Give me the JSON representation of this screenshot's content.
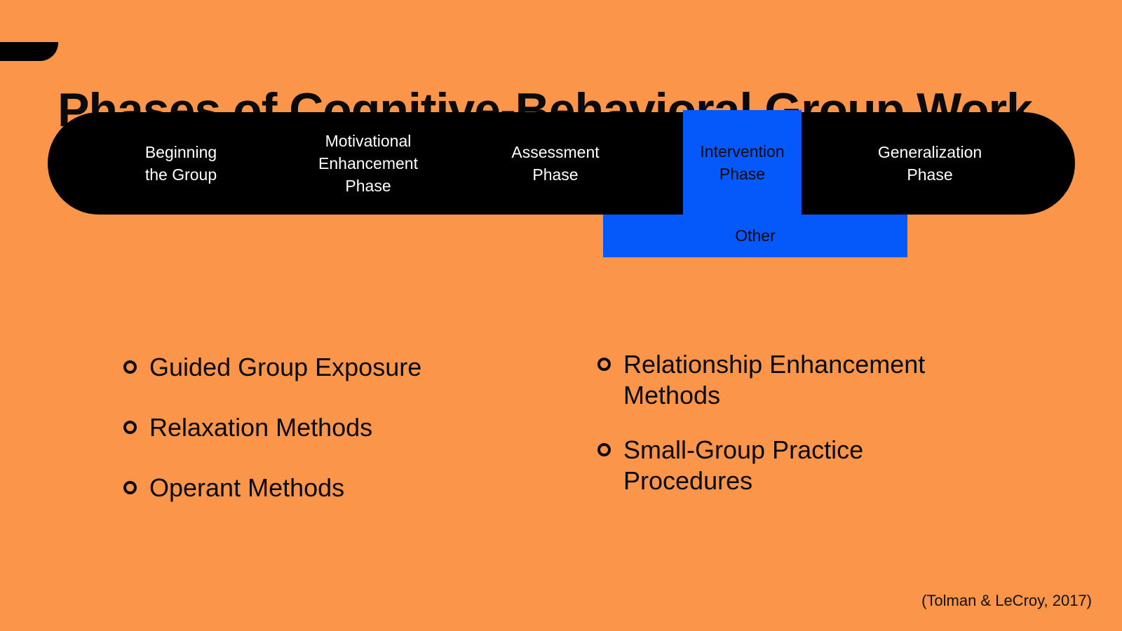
{
  "title": "Phases of Cognitive-Behavioral Group Work",
  "phases": [
    {
      "label": "Beginning\nthe Group",
      "highlighted": false
    },
    {
      "label": "Motivational\nEnhancement\nPhase",
      "highlighted": false
    },
    {
      "label": "Assessment\nPhase",
      "highlighted": false
    },
    {
      "label": "Intervention\nPhase",
      "highlighted": true
    },
    {
      "label": "Generalization\nPhase",
      "highlighted": false
    }
  ],
  "other_label": "Other",
  "bullet_lists": {
    "left": [
      "Guided Group Exposure",
      "Relaxation Methods",
      "Operant Methods"
    ],
    "right": [
      "Relationship Enhancement Methods",
      "Small-Group Practice Procedures"
    ]
  },
  "citation": "(Tolman & LeCroy, 2017)",
  "colors": {
    "background": "#FA9549",
    "phase_bar": "#000000",
    "highlight_blue": "#0558FA",
    "phase_text": "#FFFFFF",
    "body_text": "#0A0A0A"
  }
}
